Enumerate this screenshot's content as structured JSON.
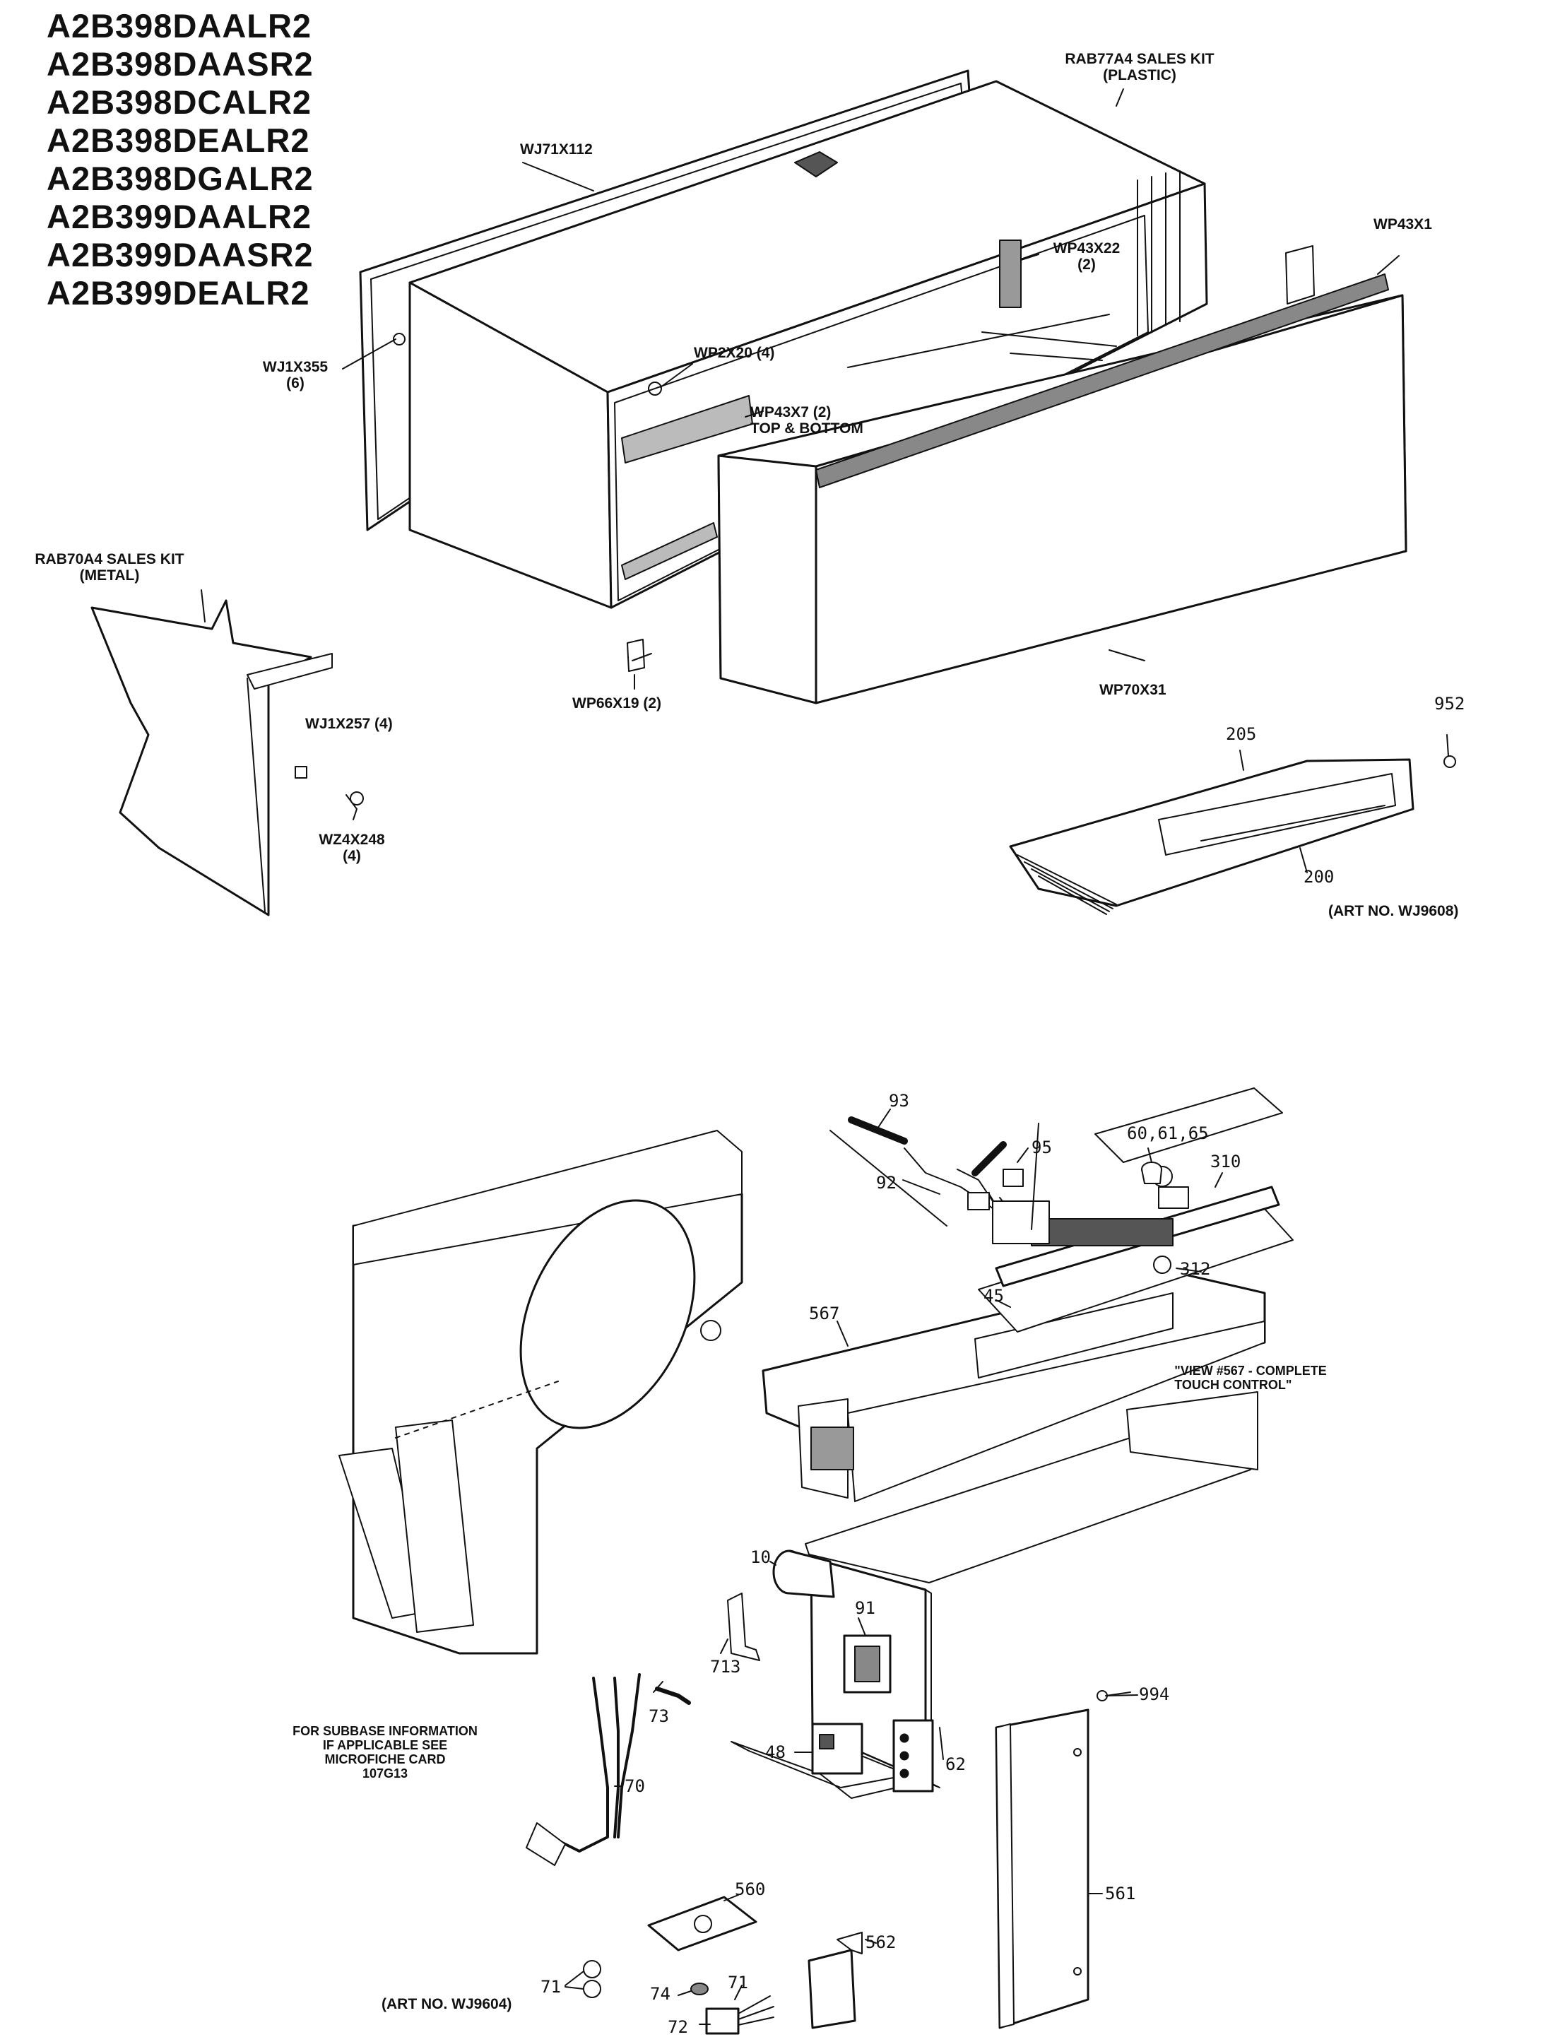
{
  "model_numbers": [
    "A2B398DAALR2",
    "A2B398DAASR2",
    "A2B398DCALR2",
    "A2B398DEALR2",
    "A2B398DGALR2",
    "A2B399DAALR2",
    "A2B399DAASR2",
    "A2B399DEALR2"
  ],
  "top_section": {
    "sales_kit_plastic": [
      "RAB77A4 SALES KIT",
      "(PLASTIC)"
    ],
    "sales_kit_metal": [
      "RAB70A4 SALES KIT",
      "(METAL)"
    ],
    "parts": {
      "wj71x112": "WJ71X112",
      "wj1x355": "WJ1X355",
      "wj1x355_qty": "(6)",
      "wp2x20": "WP2X20 (4)",
      "wp43x7": "WP43X7 (2)",
      "wp43x7_note": "TOP & BOTTOM",
      "wp43x22": "WP43X22",
      "wp43x22_qty": "(2)",
      "wp43x1": "WP43X1",
      "wp70x31": "WP70X31",
      "wp66x19": "WP66X19 (2)",
      "wj1x257": "WJ1X257 (4)",
      "wz4x248": "WZ4X248",
      "wz4x248_qty": "(4)",
      "n205": "205",
      "n200": "200",
      "n952": "952"
    },
    "art_no": "(ART NO. WJ9608)"
  },
  "bottom_section": {
    "parts": {
      "n93": "93",
      "n95": "95",
      "n92": "92",
      "n606165": "60,61,65",
      "n310": "310",
      "n312": "312",
      "n45": "45",
      "n567": "567",
      "n10": "10",
      "n91": "91",
      "n713": "713",
      "n994": "994",
      "n48": "48",
      "n62": "62",
      "n561": "561",
      "n73": "73",
      "n70": "70",
      "n560": "560",
      "n71a": "71",
      "n74": "74",
      "n71b": "71",
      "n562": "562",
      "n72": "72"
    },
    "view_note": [
      "\"VIEW #567 - COMPLETE",
      "TOUCH CONTROL\""
    ],
    "subbase_note": [
      "FOR SUBBASE INFORMATION",
      "IF APPLICABLE SEE",
      "MICROFICHE CARD",
      "107G13"
    ],
    "art_no": "(ART NO. WJ9604)"
  }
}
